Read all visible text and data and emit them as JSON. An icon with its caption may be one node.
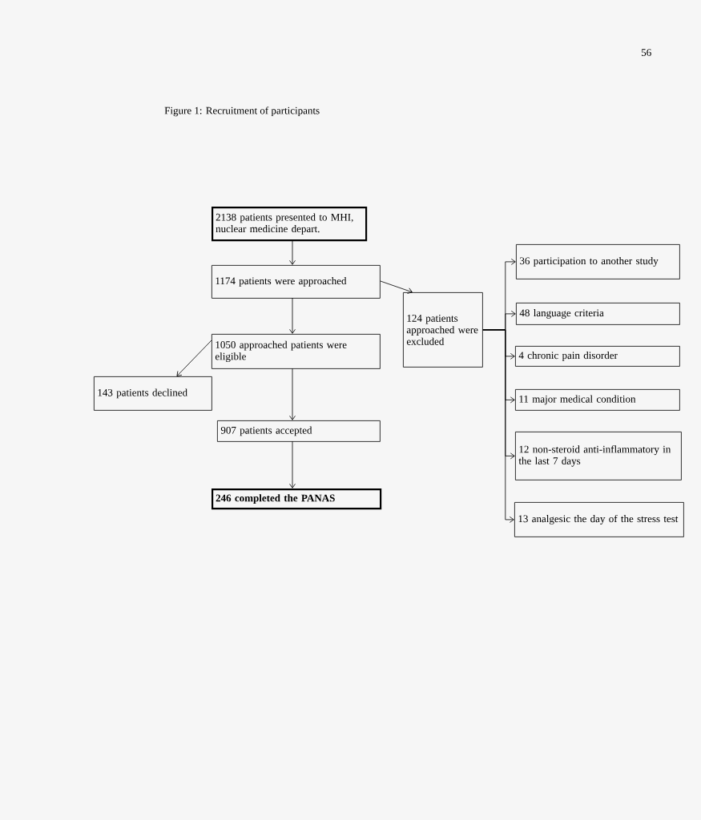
{
  "diagram": {
    "title": "Figure 1: Recruitment of participants",
    "nodes": [
      {
        "text": [
          "2138 patients presented to MHI, nuclear medicine depart."
        ]
      },
      {
        "text": [
          "1174 patients were approached"
        ]
      },
      {
        "text": [
          "1050 approached patients were eligible"
        ]
      },
      {
        "text": [
          "143 patients declined"
        ]
      },
      {
        "text": [
          "907 patients accepted"
        ]
      },
      {
        "text": [
          "246 completed the PANAS"
        ]
      },
      {
        "text": [
          "124 patients approached were excluded"
        ]
      },
      {
        "text": [
          "36 participation to another study"
        ]
      },
      {
        "text": [
          "48 language criteria"
        ]
      },
      {
        "text": [
          "4 chronic pain disorder"
        ]
      },
      {
        "text": [
          "11 major medical condition"
        ]
      },
      {
        "text": [
          "12 non-steroid anti-inflammatory in the last 7 days"
        ]
      },
      {
        "text": [
          "13 analgesic the day of the stress test"
        ]
      }
    ],
    "edges": [
      {
        "from": 0,
        "to": 1,
        "arrow": "to"
      },
      {
        "from": 1,
        "to": 2,
        "arrow": "to"
      },
      {
        "from": 2,
        "to": 4,
        "arrow": "to"
      },
      {
        "from": 4,
        "to": 5,
        "arrow": "to"
      },
      {
        "from": 2,
        "to": 3,
        "arrow": "to"
      },
      {
        "from": 1,
        "to": 6,
        "arrow": "to"
      },
      {
        "from": 6,
        "to": 7,
        "arrow": "to"
      },
      {
        "from": 6,
        "to": 8,
        "arrow": "to"
      },
      {
        "from": 6,
        "to": 9,
        "arrow": "to"
      },
      {
        "from": 6,
        "to": 10,
        "arrow": "to"
      },
      {
        "from": 6,
        "to": 11,
        "arrow": "to"
      },
      {
        "from": 6,
        "to": 12,
        "arrow": "to"
      }
    ],
    "labels": [
      "56"
    ]
  }
}
